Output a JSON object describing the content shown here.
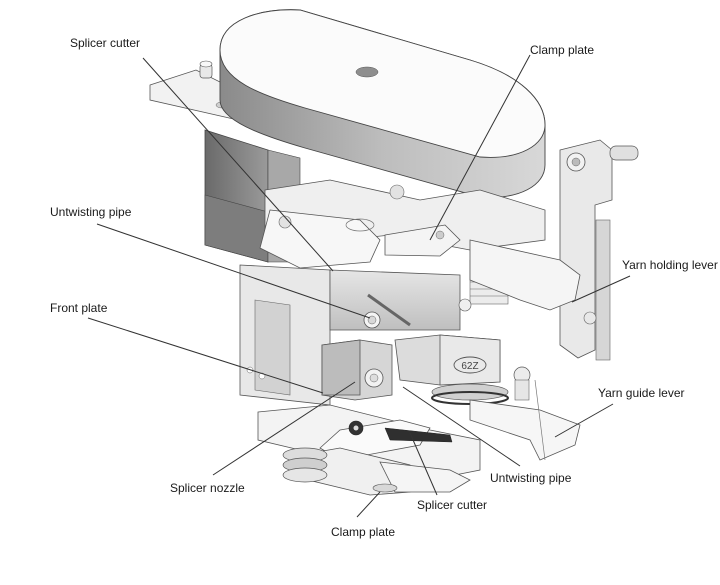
{
  "figure": {
    "subject": "Splicer mechanism (isometric line drawing)",
    "part_marking": "62Z",
    "labels": [
      {
        "id": "splicer-cutter-top",
        "text": "Splicer cutter"
      },
      {
        "id": "clamp-plate-top",
        "text": "Clamp plate"
      },
      {
        "id": "untwisting-pipe-left",
        "text": "Untwisting pipe"
      },
      {
        "id": "yarn-holding-lever",
        "text": "Yarn holding lever"
      },
      {
        "id": "front-plate",
        "text": "Front plate"
      },
      {
        "id": "yarn-guide-lever",
        "text": "Yarn guide lever"
      },
      {
        "id": "splicer-nozzle",
        "text": "Splicer nozzle"
      },
      {
        "id": "untwisting-pipe-bottom",
        "text": "Untwisting pipe"
      },
      {
        "id": "splicer-cutter-bottom",
        "text": "Splicer cutter"
      },
      {
        "id": "clamp-plate-bottom",
        "text": "Clamp plate"
      }
    ]
  }
}
